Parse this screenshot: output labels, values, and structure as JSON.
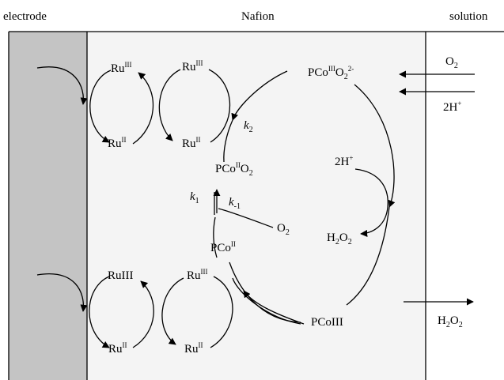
{
  "headers": {
    "electrode": "electrode",
    "nafion": "Nafion",
    "solution": "solution"
  },
  "species": {
    "ru": "Ru",
    "ru_iii_sup": "III",
    "ru_ii_sup": "II",
    "ru_iii_plain": "RuIII",
    "pco": "PCo",
    "pco_iii_plain": "PCoIII",
    "co_iii_sup": "III",
    "co_ii_sup": "II",
    "o": "O",
    "sub_2": "2",
    "charge_2minus": "2-",
    "o2": "O",
    "h": "H",
    "h2o2_o": "O",
    "two_h_plus": "2H",
    "plus": "+",
    "neg1": "-1"
  },
  "rates": {
    "k": "k",
    "k1_sub": "1",
    "k2_sub": "2"
  },
  "colors": {
    "electrode_fill": "#c4c4c4",
    "nafion_fill": "#f4f4f4",
    "line": "#000000"
  }
}
